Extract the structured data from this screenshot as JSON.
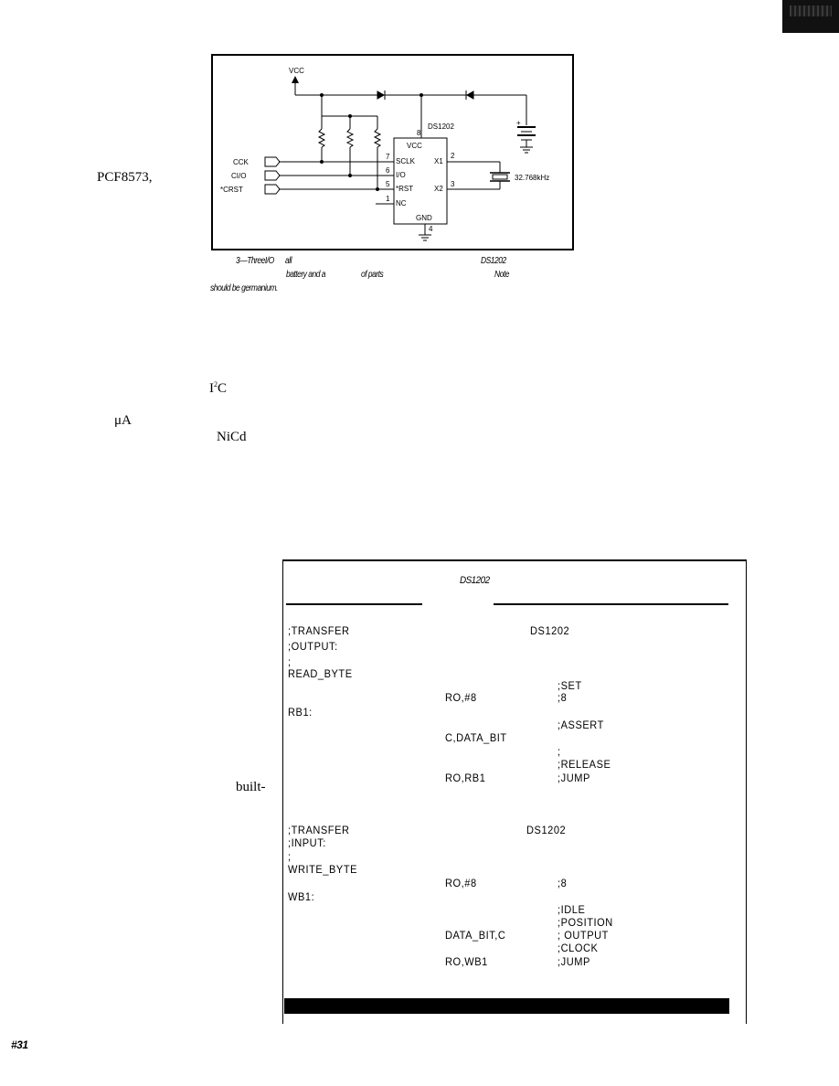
{
  "margin": {
    "pcf": "PCF8573,",
    "i2c_base": "I",
    "i2c_sup": "2",
    "i2c_tail": "C",
    "ua": "μA",
    "nicd": "NiCd",
    "built": "built-"
  },
  "schematic": {
    "vcc_top": "VCC",
    "chip_name": "DS1202",
    "chip_vcc": "VCC",
    "chip_gnd": "GND",
    "pin8": "8",
    "pin7": "7",
    "pin6": "6",
    "pin5": "5",
    "pin1": "1",
    "pin2": "2",
    "pin3": "3",
    "pin4": "4",
    "sclk": "SCLK",
    "io": "I/O",
    "rst": "*RST",
    "nc": "NC",
    "x1": "X1",
    "x2": "X2",
    "in_cck": "CCK",
    "in_cio": "CI/O",
    "in_crst": "*CRST",
    "crystal": "32.768kHz",
    "plus": "+"
  },
  "caption": {
    "line1_a": "3—ThreeI/O",
    "line1_b": "all",
    "line1_c": "DS1202",
    "line2_a": "battery and a",
    "line2_b": "of parts",
    "line2_c": "Note",
    "line3": "should be germanium."
  },
  "listing": {
    "title": "DS1202",
    "lines": [
      {
        "label": ";TRANSFER",
        "operand": "",
        "comment": "DS1202"
      },
      {
        "label": ";OUTPUT:",
        "operand": "",
        "comment": ""
      },
      {
        "label": ";",
        "operand": "",
        "comment": ""
      },
      {
        "label": "READ_BYTE",
        "operand": "",
        "comment": ""
      },
      {
        "label": "",
        "operand": "",
        "comment": ";SET"
      },
      {
        "label": "",
        "operand": "RO,#8",
        "comment": ";8"
      },
      {
        "label": "RB1:",
        "operand": "",
        "comment": ""
      },
      {
        "label": "",
        "operand": "",
        "comment": ";ASSERT"
      },
      {
        "label": "",
        "operand": "C,DATA_BIT",
        "comment": ""
      },
      {
        "label": "",
        "operand": "",
        "comment": ";"
      },
      {
        "label": "",
        "operand": "",
        "comment": ";RELEASE"
      },
      {
        "label": "",
        "operand": "RO,RB1",
        "comment": ";JUMP"
      },
      {
        "label": ";TRANSFER",
        "operand": "",
        "comment": "DS1202"
      },
      {
        "label": ";INPUT:",
        "operand": "",
        "comment": ""
      },
      {
        "label": ";",
        "operand": "",
        "comment": ""
      },
      {
        "label": "WRITE_BYTE",
        "operand": "",
        "comment": ""
      },
      {
        "label": "",
        "operand": "RO,#8",
        "comment": ";8"
      },
      {
        "label": "WB1:",
        "operand": "",
        "comment": ""
      },
      {
        "label": "",
        "operand": "",
        "comment": ";IDLE"
      },
      {
        "label": "",
        "operand": "",
        "comment": ";POSITION"
      },
      {
        "label": "",
        "operand": "DATA_BIT,C",
        "comment": ";      OUTPUT"
      },
      {
        "label": "",
        "operand": "",
        "comment": ";CLOCK"
      },
      {
        "label": "",
        "operand": "RO,WB1",
        "comment": ";JUMP"
      }
    ]
  },
  "page_number": "#31"
}
